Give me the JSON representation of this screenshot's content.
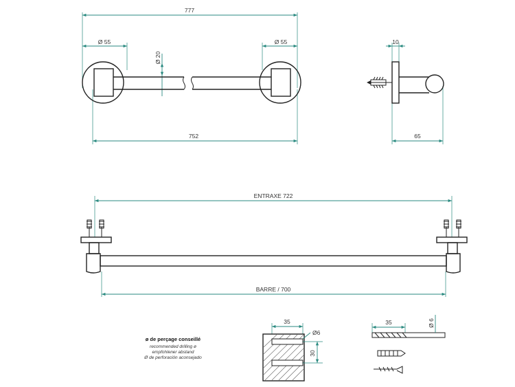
{
  "dimensions": {
    "overall_length": "777",
    "left_rosette": "Ø 55",
    "right_rosette": "Ø 55",
    "tube_diameter": "Ø 20",
    "bar_span": "752",
    "depth_flange": "10",
    "depth_total": "65",
    "entraxe": "ENTRAXE 722",
    "barre": "BARRE / 700",
    "drill_depth_block": "35",
    "drill_dia_block": "Ø6",
    "plug_spacing": "30",
    "drill_depth_bit": "35",
    "drill_dia_bit": "Ø 6"
  },
  "legend": {
    "title": "ø de perçage conseillé",
    "line_en": "recommended drilling ø",
    "line_de": "empfohlener abstand",
    "line_es": "Ø de perforación aconsejado"
  },
  "colors": {
    "dimension_line": "#2a8a80",
    "object_line": "#222222"
  }
}
